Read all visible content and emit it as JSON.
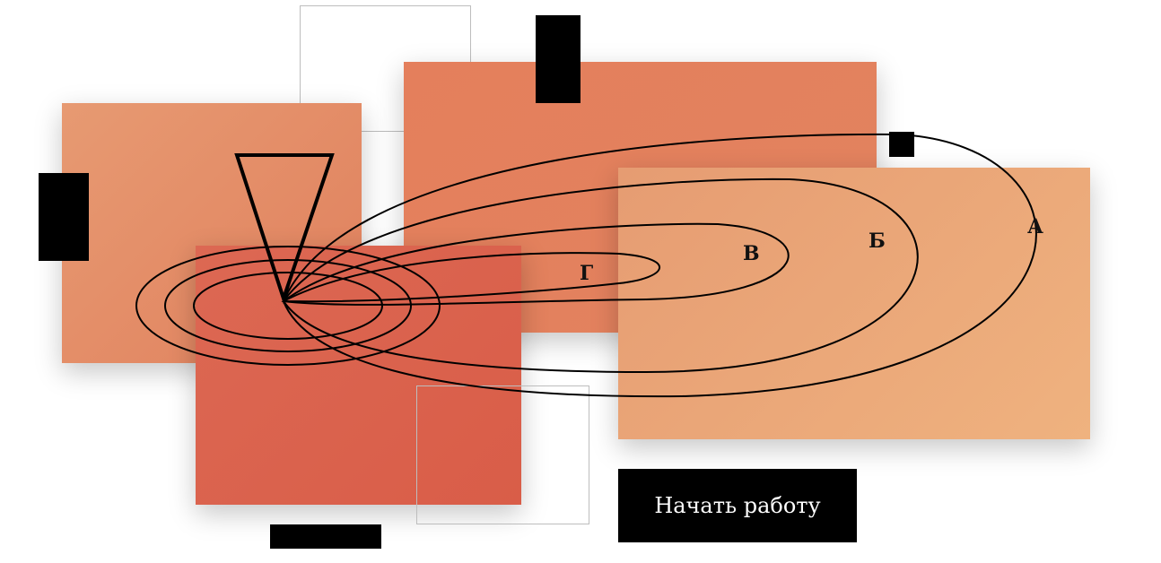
{
  "button": {
    "label": "Начать работу"
  },
  "diagram": {
    "labels": {
      "a": "А",
      "b": "Б",
      "v": "В",
      "g": "Г"
    }
  },
  "colors": {
    "panel_left": "#e2855f",
    "panel_top": "#e3805d",
    "panel_bottom": "#db634e",
    "panel_right": "#eca677",
    "button_bg": "#000000",
    "button_text": "#ffffff"
  }
}
